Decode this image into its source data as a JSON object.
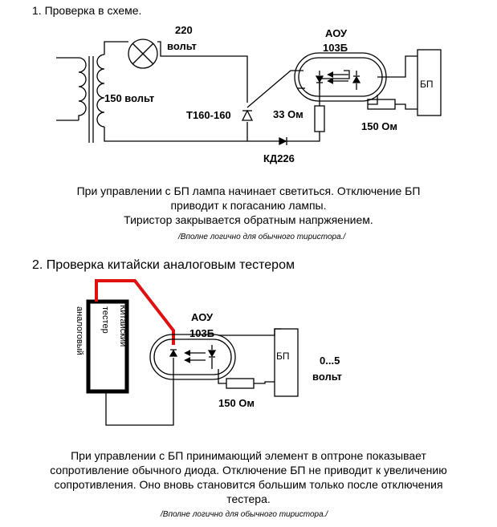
{
  "section1": {
    "title": "1. Проверка в схеме.",
    "labels": {
      "v220": "220",
      "volt": "вольт",
      "aou": "АОУ",
      "aou_num": "103Б",
      "v150": "150 вольт",
      "thyristor": "Т160-160",
      "r33": "33 Ом",
      "bp": "БП",
      "r150": "150 Ом",
      "diode": "КД226"
    },
    "text": [
      "При управлении с БП лампа начинает светиться. Отключение БП",
      "приводит к погасанию лампы.",
      "Тиристор закрывается обратным напржяением."
    ],
    "note": "/Вполне логично для обычного тиристора./"
  },
  "section2": {
    "title": "2. Проверка китайски аналоговым тестером",
    "labels": {
      "tester_line1": "Китайский",
      "tester_line2": "тестер",
      "tester_line3": "аналоговый",
      "aou": "АОУ",
      "aou_num": "103Б",
      "bp": "БП",
      "range": "0...5",
      "volt": "вольт",
      "r150": "150 Ом"
    },
    "text": [
      "При управлении с БП принимающий элемент в оптроне показывает",
      "сопротивление обычного диода. Отключение БП не приводит к увеличению",
      "сопротивления. Оно вновь становится большим только после отключения",
      "тестера."
    ],
    "note": "/Вполне логично для обычного тиристора./"
  },
  "colors": {
    "probe_wire": "#e01010",
    "line": "#000000"
  }
}
